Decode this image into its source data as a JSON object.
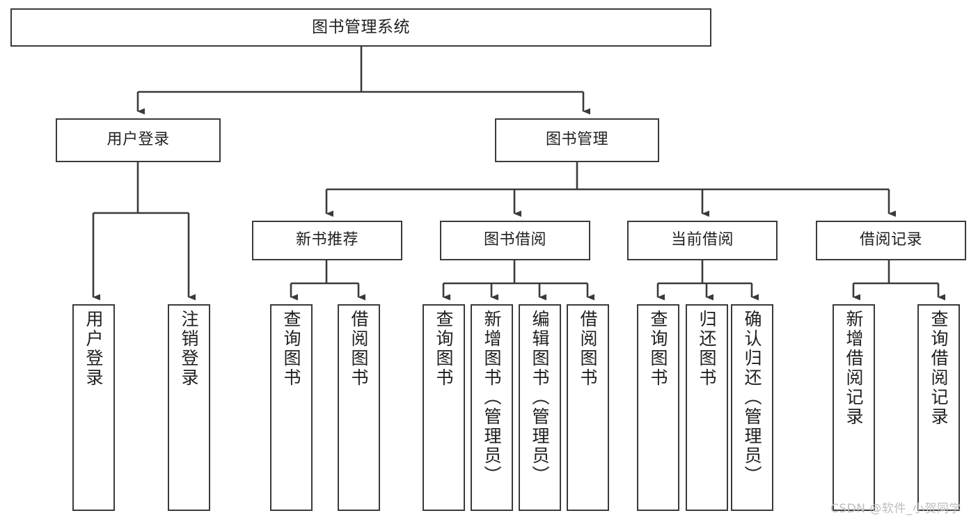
{
  "diagram": {
    "type": "tree",
    "title": "图书管理系统",
    "watermark": "CSDN @软件_小贺同学",
    "colors": {
      "box_border": "#3a3a3a",
      "box_fill": "#ffffff",
      "edge": "#3a3a3a",
      "text": "#202020",
      "watermark": "#bdbdbd",
      "background": "#ffffff"
    },
    "nodes": {
      "root": {
        "label": "图书管理系统"
      },
      "level2": [
        {
          "id": "user-login",
          "label": "用户登录"
        },
        {
          "id": "book-manage",
          "label": "图书管理"
        }
      ],
      "level3": [
        {
          "id": "new-book-recommend",
          "label": "新书推荐"
        },
        {
          "id": "book-borrow",
          "label": "图书借阅"
        },
        {
          "id": "current-borrow",
          "label": "当前借阅"
        },
        {
          "id": "borrow-record",
          "label": "借阅记录"
        }
      ],
      "leaves": {
        "user-login": [
          {
            "id": "leaf-user-login",
            "label": "用户登录"
          },
          {
            "id": "leaf-user-logout",
            "label": "注销登录"
          }
        ],
        "new-book-recommend": [
          {
            "id": "leaf-query-book-1",
            "label": "查询图书"
          },
          {
            "id": "leaf-borrow-book-1",
            "label": "借阅图书"
          }
        ],
        "book-borrow": [
          {
            "id": "leaf-query-book-2",
            "label": "查询图书"
          },
          {
            "id": "leaf-add-book",
            "label": "新增图书（管理员）"
          },
          {
            "id": "leaf-edit-book",
            "label": "编辑图书（管理员）"
          },
          {
            "id": "leaf-borrow-book-2",
            "label": "借阅图书"
          }
        ],
        "current-borrow": [
          {
            "id": "leaf-query-book-3",
            "label": "查询图书"
          },
          {
            "id": "leaf-return-book",
            "label": "归还图书"
          },
          {
            "id": "leaf-confirm-return",
            "label": "确认归还（管理员）"
          }
        ],
        "borrow-record": [
          {
            "id": "leaf-add-record",
            "label": "新增借阅记录"
          },
          {
            "id": "leaf-query-record",
            "label": "查询借阅记录"
          }
        ]
      }
    }
  }
}
